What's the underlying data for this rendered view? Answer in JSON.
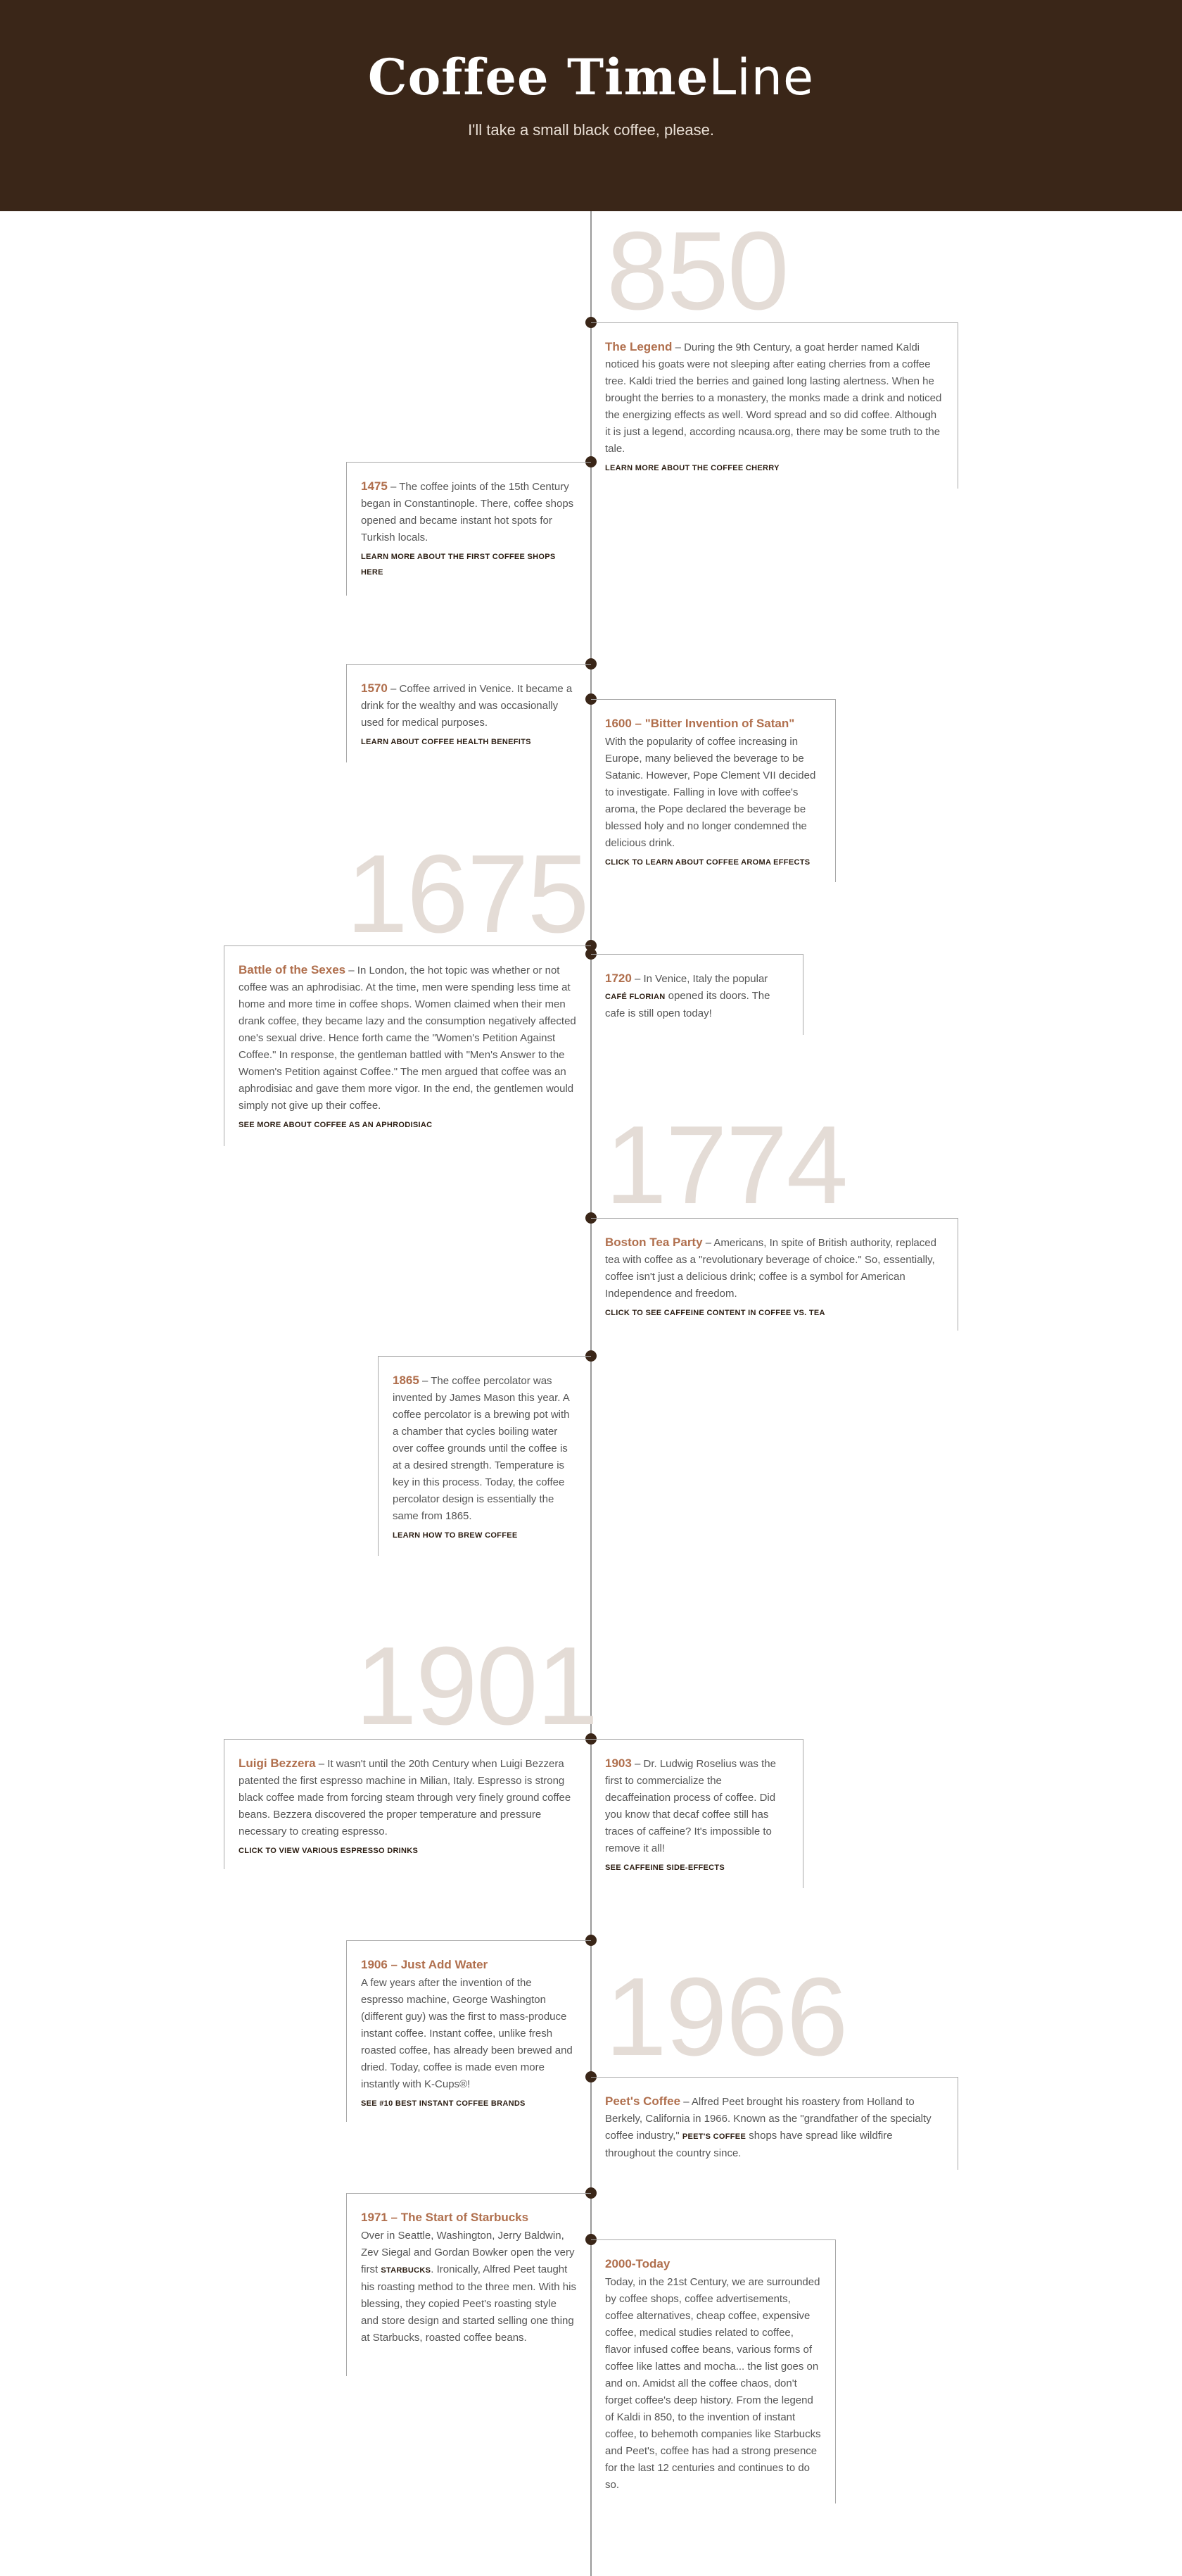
{
  "header": {
    "title_bold": "Coffee Time",
    "title_light": "Line",
    "subtitle": "I'll take a small black coffee, please."
  },
  "years": [
    "850",
    "1675",
    "1774",
    "1901",
    "1966"
  ],
  "entries": {
    "legend": {
      "title": "The Legend",
      "text": " – During the 9th Century, a goat herder named Kaldi noticed his goats were not sleeping after eating cherries from a coffee tree. Kaldi tried the berries and gained long lasting alertness. When he brought the berries to a monastery, the monks made a drink and noticed the energizing effects as well. Word spread and so did coffee. Although it is just a legend, according ncausa.org, there may be some truth to the tale.",
      "link": "LEARN MORE ABOUT THE COFFEE CHERRY"
    },
    "e1475": {
      "title": "1475",
      "text": " – The coffee joints of the 15th Century began in Constantinople. There, coffee shops opened and became instant hot spots for Turkish locals.",
      "link": "LEARN MORE ABOUT THE FIRST COFFEE SHOPS HERE"
    },
    "e1570": {
      "title": "1570",
      "text": " – Coffee arrived in Venice. It became a drink for the wealthy and was occasionally used for medical purposes.",
      "link": "LEARN ABOUT COFFEE HEALTH BENEFITS"
    },
    "e1600": {
      "title": "1600 – \"Bitter Invention of Satan\"",
      "text": "With the popularity of coffee increasing in Europe, many believed the beverage to be Satanic. However, Pope Clement VII decided to investigate. Falling in love with coffee's aroma, the Pope declared the beverage be blessed holy and no longer condemned the delicious drink.",
      "link": "CLICK TO LEARN ABOUT COFFEE AROMA EFFECTS"
    },
    "sexes": {
      "title": "Battle of the Sexes",
      "text": " – In London, the hot topic was whether or not coffee was an aphrodisiac. At the time, men were spending less time at home and more time in coffee shops. Women claimed when their men drank coffee, they became lazy and the consumption negatively affected one's sexual drive. Hence forth came the \"Women's Petition Against Coffee.\" In response, the gentleman battled with \"Men's Answer to the Women's Petition against Coffee.\" The men argued that coffee was an aphrodisiac and gave them more vigor. In the end, the gentlemen would simply not give up their coffee.",
      "link": "SEE MORE ABOUT COFFEE AS AN APHRODISIAC"
    },
    "e1720": {
      "title": "1720",
      "text_a": " – In Venice, Italy the popular ",
      "caps": "CAFÉ FLORIAN",
      "text_b": " opened its doors. The cafe is still open today!"
    },
    "tea": {
      "title": "Boston Tea Party",
      "text": " – Americans, In spite of British authority, replaced tea with coffee as a \"revolutionary beverage of choice.\" So, essentially, coffee isn't just a delicious drink; coffee is a symbol for American Independence and freedom.",
      "link": "CLICK TO SEE CAFFEINE CONTENT IN COFFEE VS. TEA"
    },
    "e1865": {
      "title": "1865",
      "text": " – The coffee percolator was invented by James Mason this year. A coffee percolator is a brewing pot with a chamber that cycles boiling water over coffee grounds until the coffee is at a desired strength. Temperature is key in this process. Today, the coffee percolator design is essentially the same from 1865.",
      "link": "LEARN HOW TO BREW COFFEE"
    },
    "bezzera": {
      "title": "Luigi Bezzera",
      "text": " – It wasn't until the 20th Century when Luigi Bezzera patented the first espresso machine in Milian, Italy. Espresso is strong black coffee made from forcing steam through very finely ground coffee beans. Bezzera discovered the proper temperature and pressure necessary to creating espresso.",
      "link": "CLICK TO VIEW VARIOUS ESPRESSO DRINKS"
    },
    "e1903": {
      "title": "1903",
      "text": " – Dr. Ludwig Roselius was the first to commercialize the decaffeination process of coffee. Did you know that decaf coffee still has traces of caffeine? It's impossible to remove it all!",
      "link": "SEE CAFFEINE SIDE-EFFECTS"
    },
    "e1906": {
      "title": "1906 – Just Add Water",
      "text": "A few years after the invention of the espresso machine, George Washington (different guy) was the first to mass-produce instant coffee. Instant coffee, unlike fresh roasted coffee, has already been brewed and dried. Today, coffee is made even more instantly with K-Cups®!",
      "link": "SEE #10 BEST INSTANT COFFEE BRANDS"
    },
    "peets": {
      "title": "Peet's Coffee",
      "text_a": " – Alfred Peet brought his roastery from Holland to Berkely, California in 1966. Known as the \"grandfather of the specialty coffee industry,\" ",
      "caps": "PEET'S COFFEE",
      "text_b": " shops have spread like wildfire throughout the country since."
    },
    "e1971": {
      "title": "1971 – The Start of Starbucks",
      "text_a": "Over in Seattle, Washington, Jerry Baldwin, Zev Siegal and Gordan Bowker open the very first ",
      "caps": "STARBUCKS",
      "text_b": ". Ironically, Alfred Peet taught his roasting method to the three men. With his blessing, they copied Peet's roasting style and store design and started selling one thing at Starbucks, roasted coffee beans."
    },
    "today": {
      "title": "2000-Today",
      "text": "Today, in the 21st Century, we are surrounded by coffee shops, coffee advertisements, coffee alternatives, cheap coffee, expensive coffee, medical studies related to coffee, flavor infused coffee beans, various forms of coffee like lattes and mocha... the list goes on and on. Amidst all the coffee chaos, don't forget coffee's deep history. From the legend of Kaldi in 850, to the invention of instant coffee, to behemoth companies like Starbucks and Peet's, coffee has had a strong presence for the last 12 centuries and continues to do so."
    }
  }
}
